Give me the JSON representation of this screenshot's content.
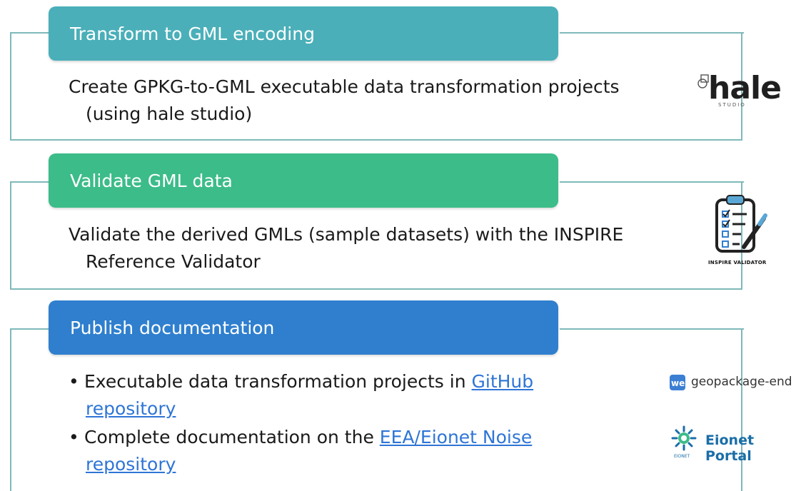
{
  "sections": [
    {
      "header": "Transform to GML encoding",
      "color": "#4aafb9",
      "line1": "Create GPKG-to-GML executable data transformation projects",
      "line2": "(using hale studio)",
      "logo": {
        "icon": "hale-studio-logo",
        "word": "hale",
        "sub": "STUDIO"
      }
    },
    {
      "header": "Validate GML data",
      "color": "#3cbc89",
      "line1": "Validate the derived GMLs (sample datasets) with the INSPIRE",
      "line2": "Reference Validator",
      "logo": {
        "icon": "inspire-validator-logo",
        "caption": "INSPIRE VALIDATOR"
      }
    },
    {
      "header": "Publish documentation",
      "color": "#2f7fce",
      "bullets": [
        {
          "text": "Executable data transformation projects in ",
          "link": "GitHub",
          "link_cont": "repository"
        },
        {
          "text": "Complete documentation on the ",
          "link": "EEA/Eionet Noise",
          "link_cont": "repository"
        }
      ],
      "logos": [
        {
          "icon": "github-pages-logo",
          "label": "geopackage-end"
        },
        {
          "icon": "eionet-logo",
          "label": "Eionet Portal",
          "sub": "EIONET"
        }
      ]
    }
  ],
  "colors": {
    "frame": "#7fb9ba",
    "link": "#2e75d6"
  }
}
